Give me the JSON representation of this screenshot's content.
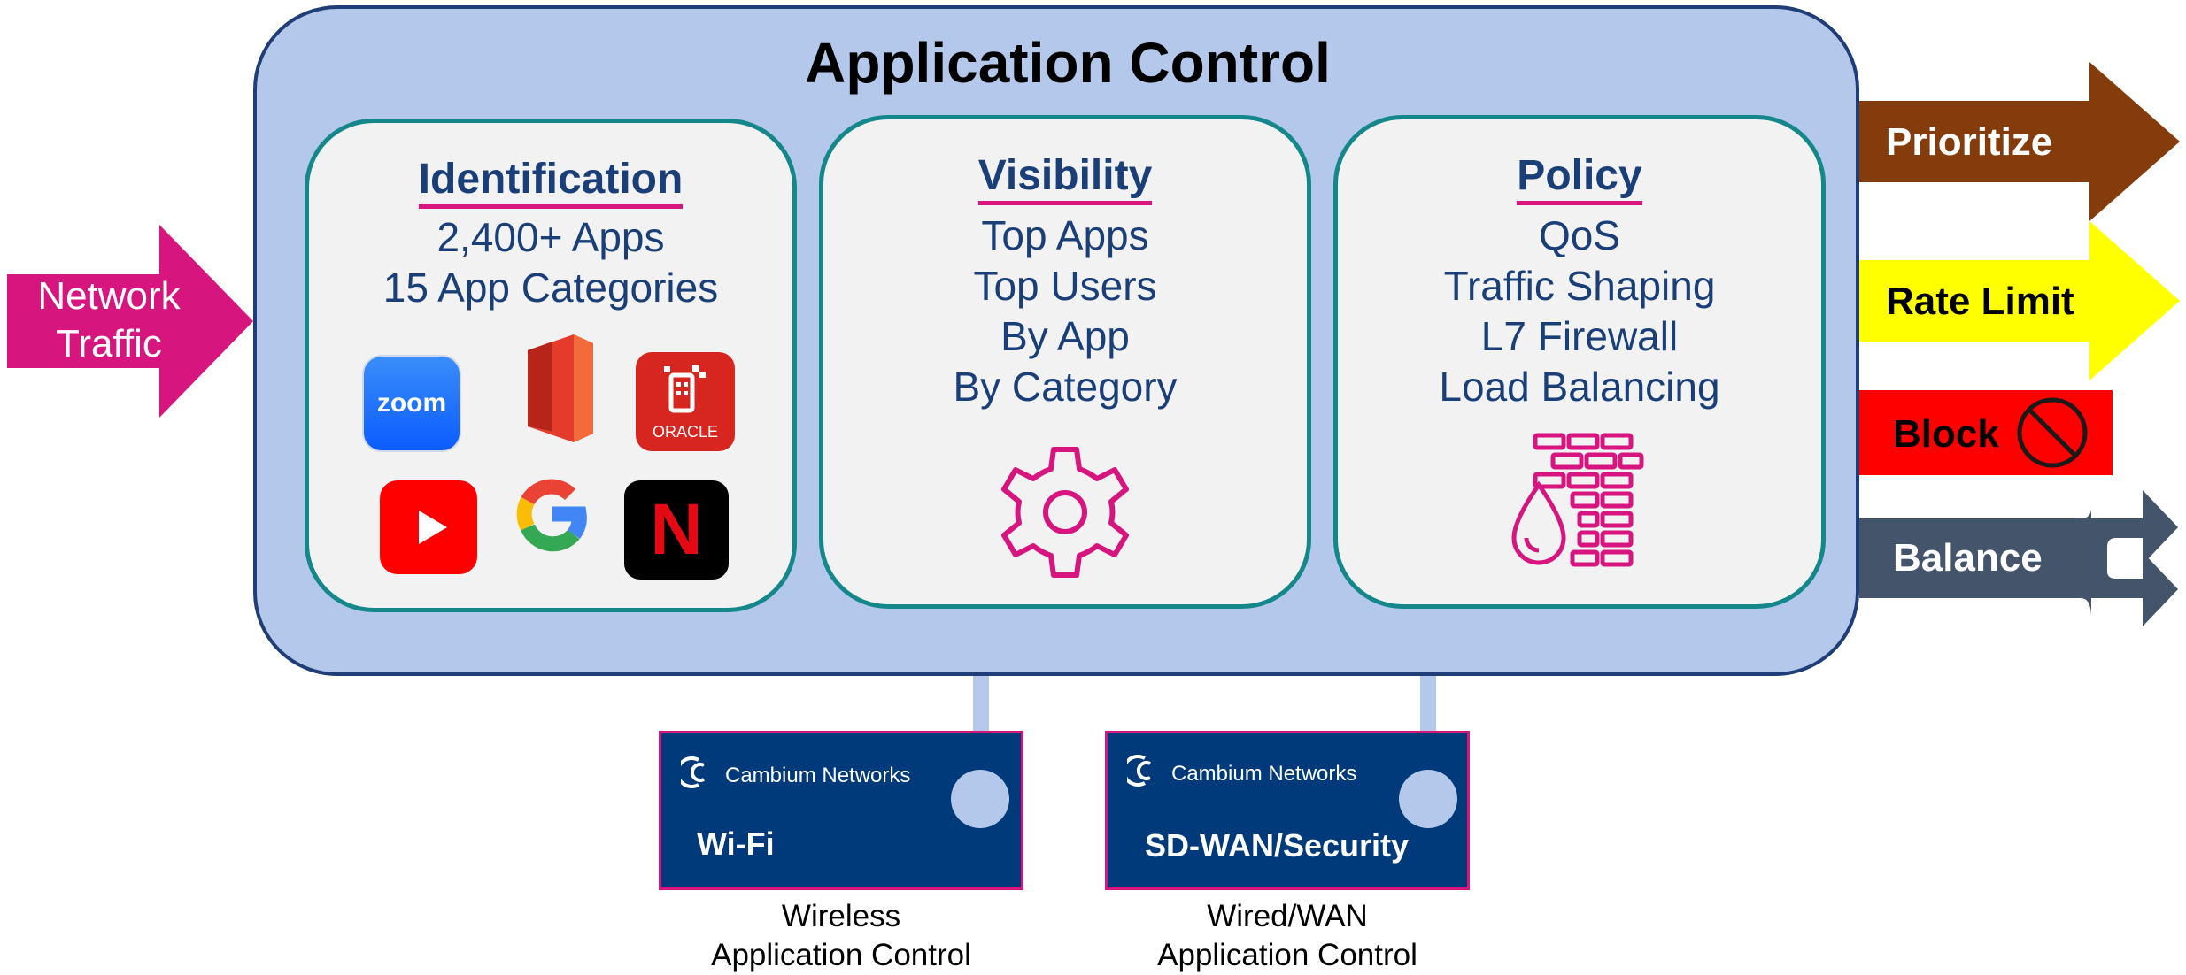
{
  "title": "Application Control",
  "input": {
    "label_line1": "Network",
    "label_line2": "Traffic"
  },
  "panels": {
    "identification": {
      "heading": "Identification",
      "lines": [
        "2,400+ Apps",
        "15 App Categories"
      ],
      "app_icons": [
        "zoom-icon",
        "office-icon",
        "oracle-icon",
        "youtube-icon",
        "google-icon",
        "netflix-icon"
      ],
      "zoom_text": "zoom",
      "oracle_text": "ORACLE",
      "google_text": "G",
      "netflix_text": "N"
    },
    "visibility": {
      "heading": "Visibility",
      "lines": [
        "Top Apps",
        "Top Users",
        "By App",
        "By Category"
      ],
      "icon": "gear-icon"
    },
    "policy": {
      "heading": "Policy",
      "lines": [
        "QoS",
        "Traffic Shaping",
        "L7 Firewall",
        "Load Balancing"
      ],
      "icon": "firewall-icon"
    }
  },
  "actions": [
    {
      "label": "Prioritize",
      "color": "#843c0c"
    },
    {
      "label": "Rate Limit",
      "color": "#ffff00"
    },
    {
      "label": "Block",
      "color": "#ff0000"
    },
    {
      "label": "Balance",
      "color": "#44546a"
    }
  ],
  "products": [
    {
      "brand": "Cambium Networks",
      "label": "Wi-Fi",
      "caption_line1": "Wireless",
      "caption_line2": "Application Control"
    },
    {
      "brand": "Cambium Networks",
      "label": "SD-WAN/Security",
      "caption_line1": "Wired/WAN",
      "caption_line2": "Application Control"
    }
  ],
  "colors": {
    "accent": "#d6157f",
    "panel_border": "#14878a",
    "container": "#b4c8eb",
    "text_blue": "#1a3f78"
  }
}
